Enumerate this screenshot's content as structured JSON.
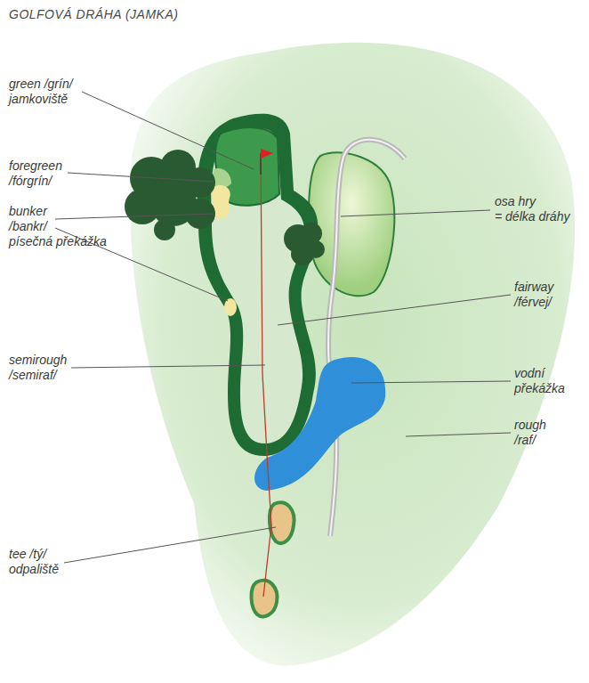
{
  "diagram": {
    "title": "GOLFOVÁ DRÁHA (JAMKA)",
    "labels": [
      "green /grín/",
      "jamkoviště",
      "foregreen",
      "/fórgrín/",
      "bunker",
      "/bankr/",
      "písečná překážka",
      "semirough",
      "/semiraf/",
      "tee /tý/",
      "odpaliště",
      "osa hry",
      "= délka dráhy",
      "fairway",
      "/férvej/",
      "vodní",
      "překážka",
      "rough",
      "/raf/"
    ]
  }
}
